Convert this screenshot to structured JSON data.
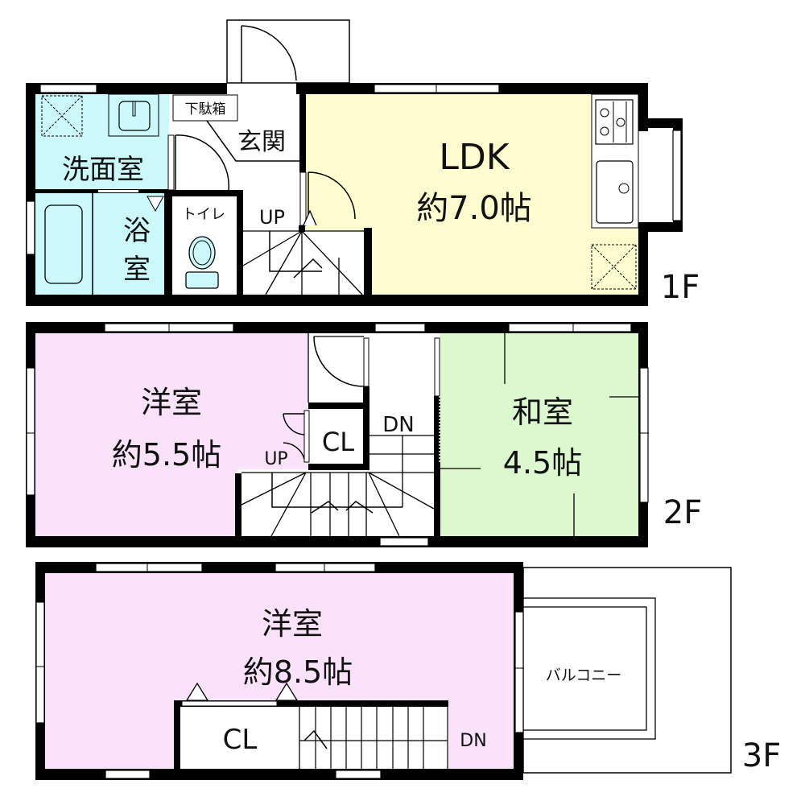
{
  "colors": {
    "wall": "#000000",
    "wet_area": "#ccf9fc",
    "ldk": "#fefdd0",
    "western_room": "#fbe2fb",
    "japanese_room": "#dcf8cf",
    "corridor": "#ffffff"
  },
  "floor1": {
    "label": "1F",
    "rooms": {
      "washroom": "洗面室",
      "bath_line1": "浴",
      "bath_line2": "室",
      "toilet": "トイレ",
      "entrance": "玄関",
      "shoe_box": "下駄箱",
      "stairs": "UP",
      "ldk_name": "LDK",
      "ldk_size": "約7.0帖"
    }
  },
  "floor2": {
    "label": "2F",
    "rooms": {
      "western_name": "洋室",
      "western_size": "約5.5帖",
      "stairs_up": "UP",
      "closet": "CL",
      "stairs_down": "DN",
      "japanese_name": "和室",
      "japanese_size": "4.5帖"
    }
  },
  "floor3": {
    "label": "3F",
    "rooms": {
      "western_name": "洋室",
      "western_size": "約8.5帖",
      "closet": "CL",
      "stairs_down": "DN",
      "balcony": "バルコニー"
    }
  }
}
